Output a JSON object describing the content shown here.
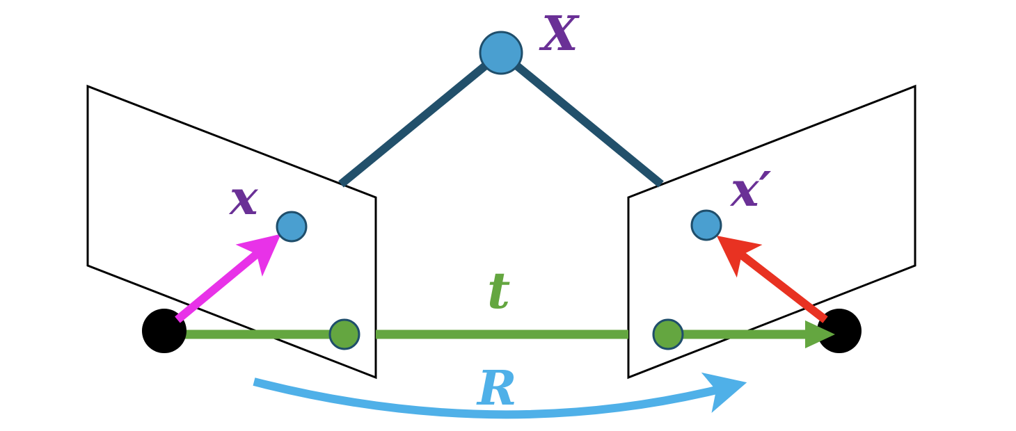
{
  "labels": {
    "world_point": "X",
    "left_image_point": "x",
    "right_image_point": "x′",
    "translation": "t",
    "rotation": "R"
  },
  "colors": {
    "world_point_fill": "#4a9fd0",
    "point_stroke": "#1f4e6b",
    "projection_ray": "#22506b",
    "label_purple": "#6a3096",
    "left_ray": "#e832e8",
    "right_ray": "#e83222",
    "baseline": "#64a640",
    "rotation": "#4fb0e8",
    "camera_center": "#000000"
  }
}
